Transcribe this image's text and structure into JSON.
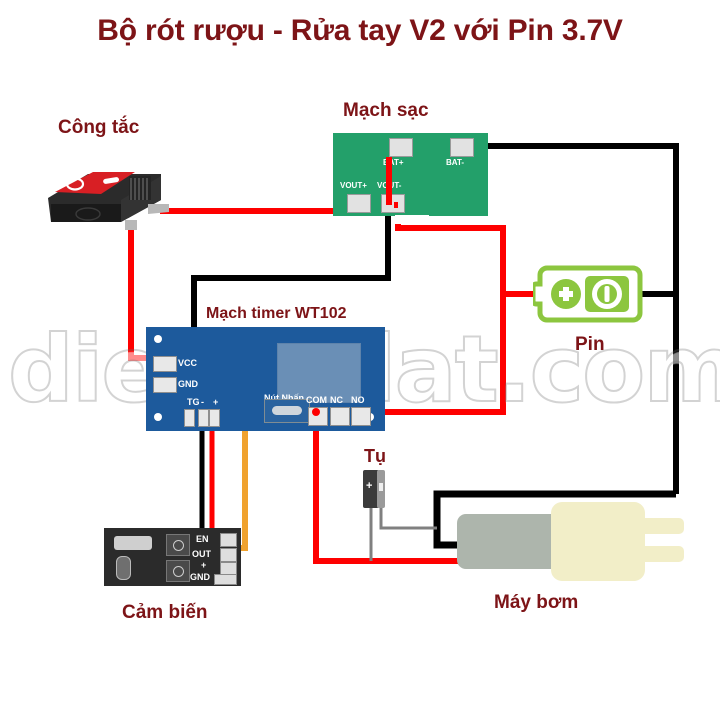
{
  "title": "Bộ rót rượu - Rửa tay V2 với Pin 3.7V",
  "watermark": "dientudat.com",
  "colors": {
    "title_red": "#7d1417",
    "wire_red": "#fe0000",
    "wire_black": "#000000",
    "wire_orange": "#f0a22e",
    "wire_gray": "#808080",
    "charger_green": "#23a06a",
    "timer_blue": "#1d5a9c",
    "sensor_black": "#2b2b2b",
    "battery_green": "#8cc63f",
    "pump_gray": "#adb5ac",
    "pump_cream": "#f2eec8",
    "switch_red": "#d81f24"
  },
  "parts": {
    "switch": {
      "label": "Công tắc"
    },
    "charger": {
      "label": "Mạch sạc",
      "pads": [
        {
          "name": "BAT+",
          "label": "BAT+"
        },
        {
          "name": "BAT-",
          "label": "BAT-"
        },
        {
          "name": "VOUT+",
          "label": "VOUT+"
        },
        {
          "name": "VOUT-",
          "label": "VOUT-"
        }
      ]
    },
    "timer": {
      "label": "Mạch timer WT102",
      "pads": [
        {
          "name": "VCC",
          "label": "VCC"
        },
        {
          "name": "GND",
          "label": "GND"
        },
        {
          "name": "TG",
          "label": "TG"
        },
        {
          "name": "minus",
          "label": "-"
        },
        {
          "name": "plus",
          "label": "+"
        },
        {
          "name": "COM",
          "label": "COM"
        },
        {
          "name": "NC",
          "label": "NC"
        },
        {
          "name": "NO",
          "label": "NO"
        }
      ],
      "button_label": "Nút Nhấn"
    },
    "sensor": {
      "label": "Cảm biến",
      "pads": [
        {
          "name": "EN",
          "label": "EN"
        },
        {
          "name": "OUT",
          "label": "OUT"
        },
        {
          "name": "plus",
          "label": "+"
        },
        {
          "name": "GND",
          "label": "GND"
        }
      ]
    },
    "battery": {
      "label": "Pin"
    },
    "capacitor": {
      "label": "Tụ"
    },
    "pump": {
      "label": "Máy bơm"
    }
  }
}
